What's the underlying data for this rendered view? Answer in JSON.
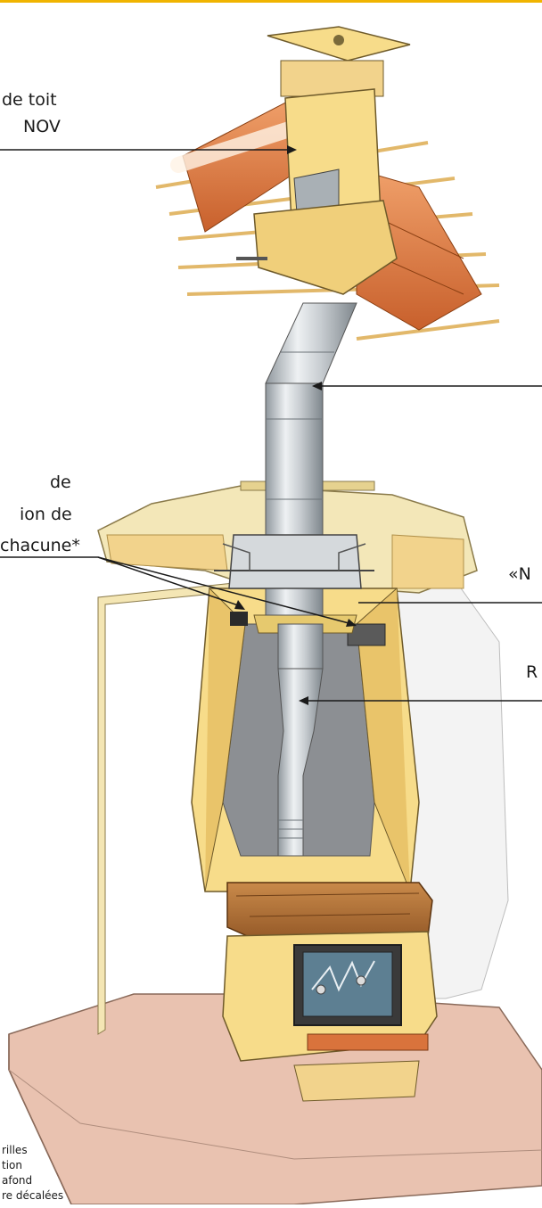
{
  "labels": {
    "roof_exit": {
      "line1": "de toit",
      "line2": "NOV"
    },
    "pipe_left": {
      "line1": "de",
      "line2": "ion de",
      "line3": "chacune*"
    },
    "ceiling_plate": "«N",
    "connector": "R",
    "footnote": {
      "line1": "rilles",
      "line2": "tion",
      "line3": "afond",
      "line4": "re décalées"
    }
  },
  "colors": {
    "top_rule": "#f0b400",
    "masonry": "#f7dc8a",
    "masonry_shade": "#e9c46a",
    "roof_tile": "#e5844a",
    "steel": "#cfd4d8",
    "mantel": "#b8743a",
    "floor": "#e9c2b0",
    "insulation": "#f3e7b8"
  }
}
